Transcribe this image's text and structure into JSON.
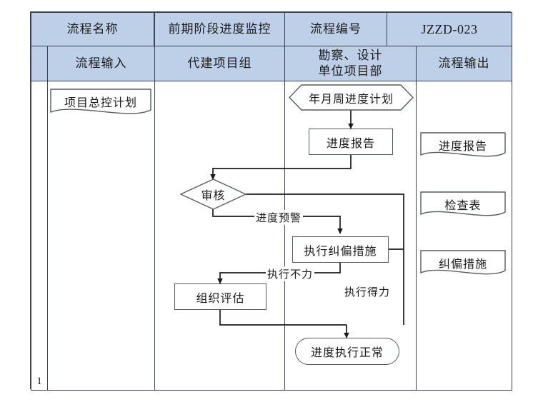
{
  "header": {
    "row1": [
      {
        "key": "process_name_label",
        "text": "流程名称"
      },
      {
        "key": "process_name_value",
        "text": "前期阶段进度监控"
      },
      {
        "key": "process_code_label",
        "text": "流程编号"
      },
      {
        "key": "process_code_value",
        "text": "JZZD-023"
      }
    ],
    "row2": [
      {
        "key": "col_input",
        "text": "流程输入"
      },
      {
        "key": "col_owner",
        "text": "代建项目组"
      },
      {
        "key": "col_survey_design",
        "text": "勘察、设计\n单位项目部"
      },
      {
        "key": "col_output",
        "text": "流程输出"
      }
    ]
  },
  "row_number": "1",
  "flow": {
    "input_nodes": [
      {
        "key": "master_plan",
        "text": "项目总控计划",
        "shape": "document"
      }
    ],
    "process_nodes": [
      {
        "key": "ymw_plan",
        "text": "年月周进度计划",
        "shape": "hexagon"
      },
      {
        "key": "progress_report",
        "text": "进度报告",
        "shape": "rectangle"
      },
      {
        "key": "review",
        "text": "审核",
        "shape": "diamond"
      },
      {
        "key": "corrective_action",
        "text": "执行纠偏措施",
        "shape": "rectangle"
      },
      {
        "key": "org_assessment",
        "text": "组织评估",
        "shape": "rectangle"
      },
      {
        "key": "progress_normal",
        "text": "进度执行正常",
        "shape": "stadium"
      }
    ],
    "edge_labels": [
      {
        "key": "progress_warning",
        "text": "进度预警"
      },
      {
        "key": "weak_execution",
        "text": "执行不力"
      },
      {
        "key": "strong_execution",
        "text": "执行得力"
      }
    ],
    "output_nodes": [
      {
        "key": "out_progress_report",
        "text": "进度报告",
        "shape": "document"
      },
      {
        "key": "out_checklist",
        "text": "检查表",
        "shape": "document"
      },
      {
        "key": "out_corrective_action",
        "text": "纠偏措施",
        "shape": "document"
      }
    ]
  },
  "colors": {
    "header_fill": "#bdd0e8",
    "border": "#3b4250",
    "shape_stroke": "#555b63",
    "line": "#1a1a1a",
    "background": "#ffffff"
  }
}
